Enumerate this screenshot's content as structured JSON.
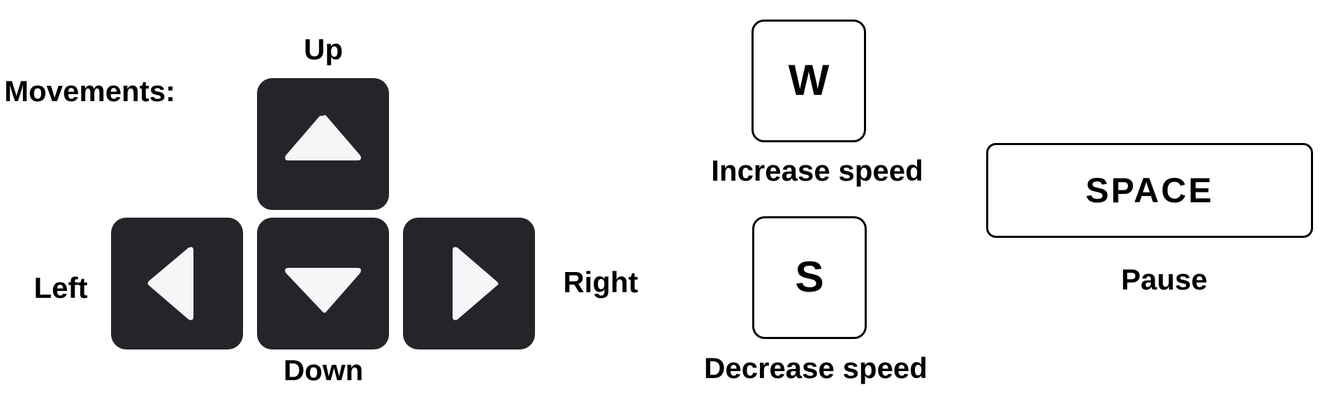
{
  "colors": {
    "key_fill": "#232528",
    "arrow_fill": "#f5f6f8",
    "outline": "#000000",
    "background": "#ffffff"
  },
  "movements": {
    "heading": "Movements:",
    "up": {
      "label": "Up",
      "icon": "arrow-up-icon"
    },
    "down": {
      "label": "Down",
      "icon": "arrow-down-icon"
    },
    "left": {
      "label": "Left",
      "icon": "arrow-left-icon"
    },
    "right": {
      "label": "Right",
      "icon": "arrow-right-icon"
    }
  },
  "speed": {
    "increase": {
      "key": "W",
      "label": "Increase speed"
    },
    "decrease": {
      "key": "S",
      "label": "Decrease speed"
    }
  },
  "pause": {
    "key": "SPACE",
    "label": "Pause"
  }
}
